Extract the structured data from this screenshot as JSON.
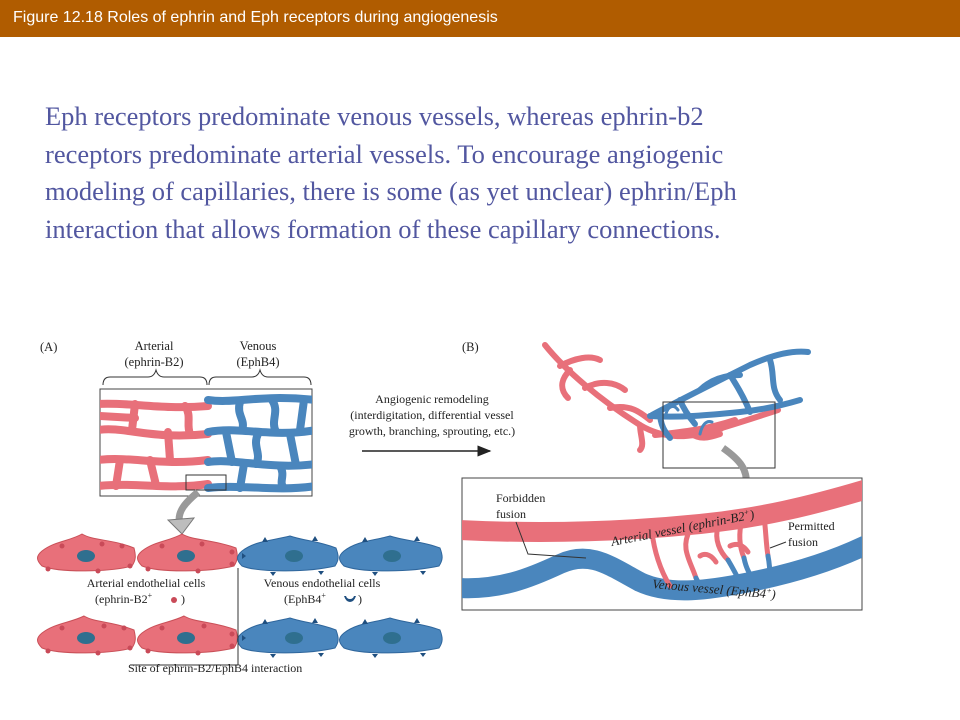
{
  "header": {
    "title": "Figure 12.18  Roles of ephrin and Eph receptors during angiogenesis"
  },
  "body_lines": [
    "Eph receptors predominate venous vessels,  whereas ephrin-b2",
    "receptors predominate arterial vessels.  To encourage angiogenic",
    "modeling  of capillaries, there is some (as yet unclear) ephrin/Eph",
    "interaction that allows formation of these capillary connections."
  ],
  "figure": {
    "panel_a": {
      "label": "(A)",
      "arterial": "Arterial",
      "arterial_marker": "(ephrin-B2)",
      "venous": "Venous",
      "venous_marker": "(EphB4)",
      "arterial_cells": "Arterial endothelial cells",
      "arterial_cells_marker": "(ephrin-B2",
      "venous_cells": "Venous endothelial cells",
      "venous_cells_marker": "(EphB4",
      "plus": "+",
      "close_paren": ")",
      "interaction_site": "Site of ephrin-B2/EphB4 interaction"
    },
    "remodeling": [
      "Angiogenic remodeling",
      "(interdigitation, differential vessel",
      "growth, branching, sprouting, etc.)"
    ],
    "panel_b": {
      "label": "(B)",
      "forbidden": [
        "Forbidden",
        "fusion"
      ],
      "permitted": [
        "Permitted",
        "fusion"
      ],
      "arterial_vessel": "Arterial vessel (ephrin-B2",
      "venous_vessel": "Venous vessel (EphB4",
      "plus": "+",
      "close_paren": ")"
    }
  },
  "colors": {
    "header_bg": "#b05c00",
    "text": "#5257a0",
    "arterial": "#e8707a",
    "venous": "#4a86bd"
  }
}
